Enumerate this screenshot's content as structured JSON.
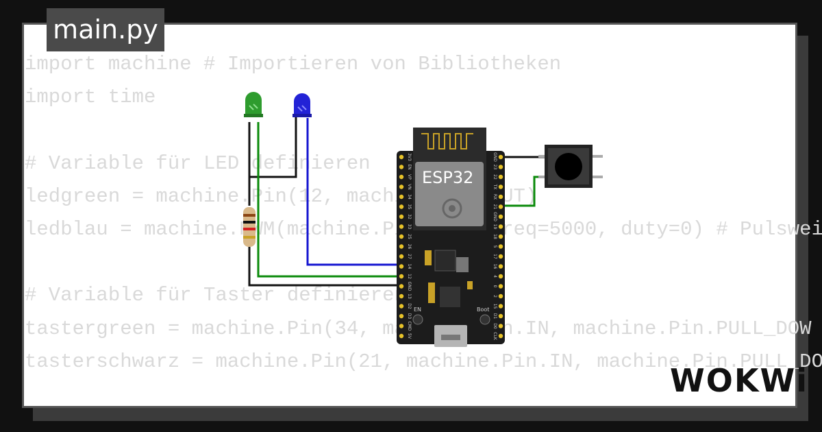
{
  "tab": {
    "title": "main.py"
  },
  "code": {
    "lines": [
      "import machine # Importieren von Bibliotheken",
      "import time",
      "",
      "# Variable für LED definieren",
      "ledgreen = machine.Pin(12, machine.Pin.OUT)",
      "ledblau = machine.PWM(machine.Pin(14), freq=5000, duty=0) # Pulswei",
      "",
      "# Variable für Taster definieren",
      "tastergreen = machine.Pin(34, machine.Pin.IN, machine.Pin.PULL_DOW",
      "tasterschwarz = machine.Pin(21, machine.Pin.IN, machine.Pin.PULL_DO"
    ]
  },
  "board": {
    "label": "ESP32",
    "button_en": "EN",
    "button_boot": "Boot",
    "pins_left": [
      "3V3",
      "EN",
      "VP",
      "VN",
      "34",
      "35",
      "32",
      "33",
      "25",
      "26",
      "27",
      "14",
      "12",
      "GND",
      "13",
      "D2",
      "D3",
      "CMD",
      "5V"
    ],
    "pins_right": [
      "GND",
      "23",
      "22",
      "TX",
      "RX",
      "21",
      "GND",
      "19",
      "18",
      "5",
      "17",
      "16",
      "4",
      "0",
      "2",
      "15",
      "D1",
      "D0",
      "CLK"
    ]
  },
  "components": {
    "led_green_color": "#2e9c2e",
    "led_blue_color": "#2323d6",
    "wire_green": "#0a8a0a",
    "wire_blue": "#1515d0",
    "wire_black": "#111111"
  },
  "brand": {
    "logo": "WOKWi"
  }
}
